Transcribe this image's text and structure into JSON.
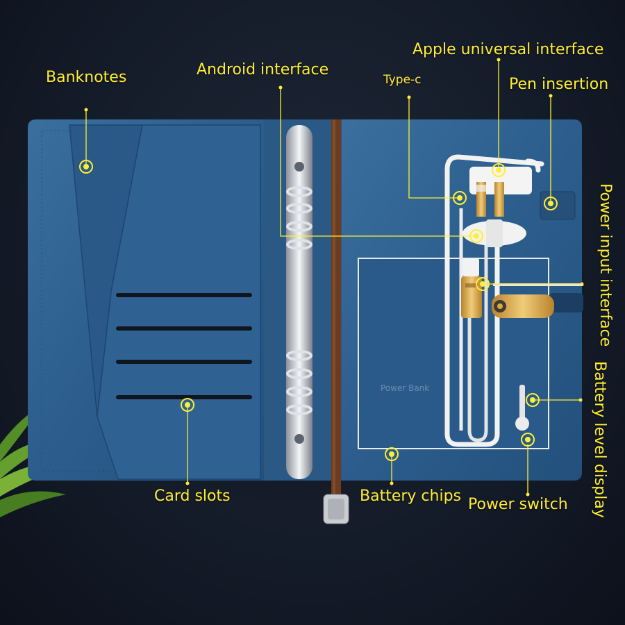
{
  "colors": {
    "background": "#141b28",
    "cover": "#2c5d8c",
    "callout": "#ffee33",
    "strap": "#6b3d1e",
    "cable": "#f2f2f2",
    "connector": "#d9a74a"
  },
  "labels": {
    "banknotes": "Banknotes",
    "android": "Android interface",
    "apple": "Apple universal interface",
    "type_c": "Type-c",
    "pen_insertion": "Pen insertion",
    "power_input": "Power input interface",
    "battery_level": "Battery level display",
    "card_slots": "Card slots",
    "battery_chips": "Battery chips",
    "power_switch": "Power switch"
  },
  "power_bank_print": {
    "title": "Power Bank"
  }
}
